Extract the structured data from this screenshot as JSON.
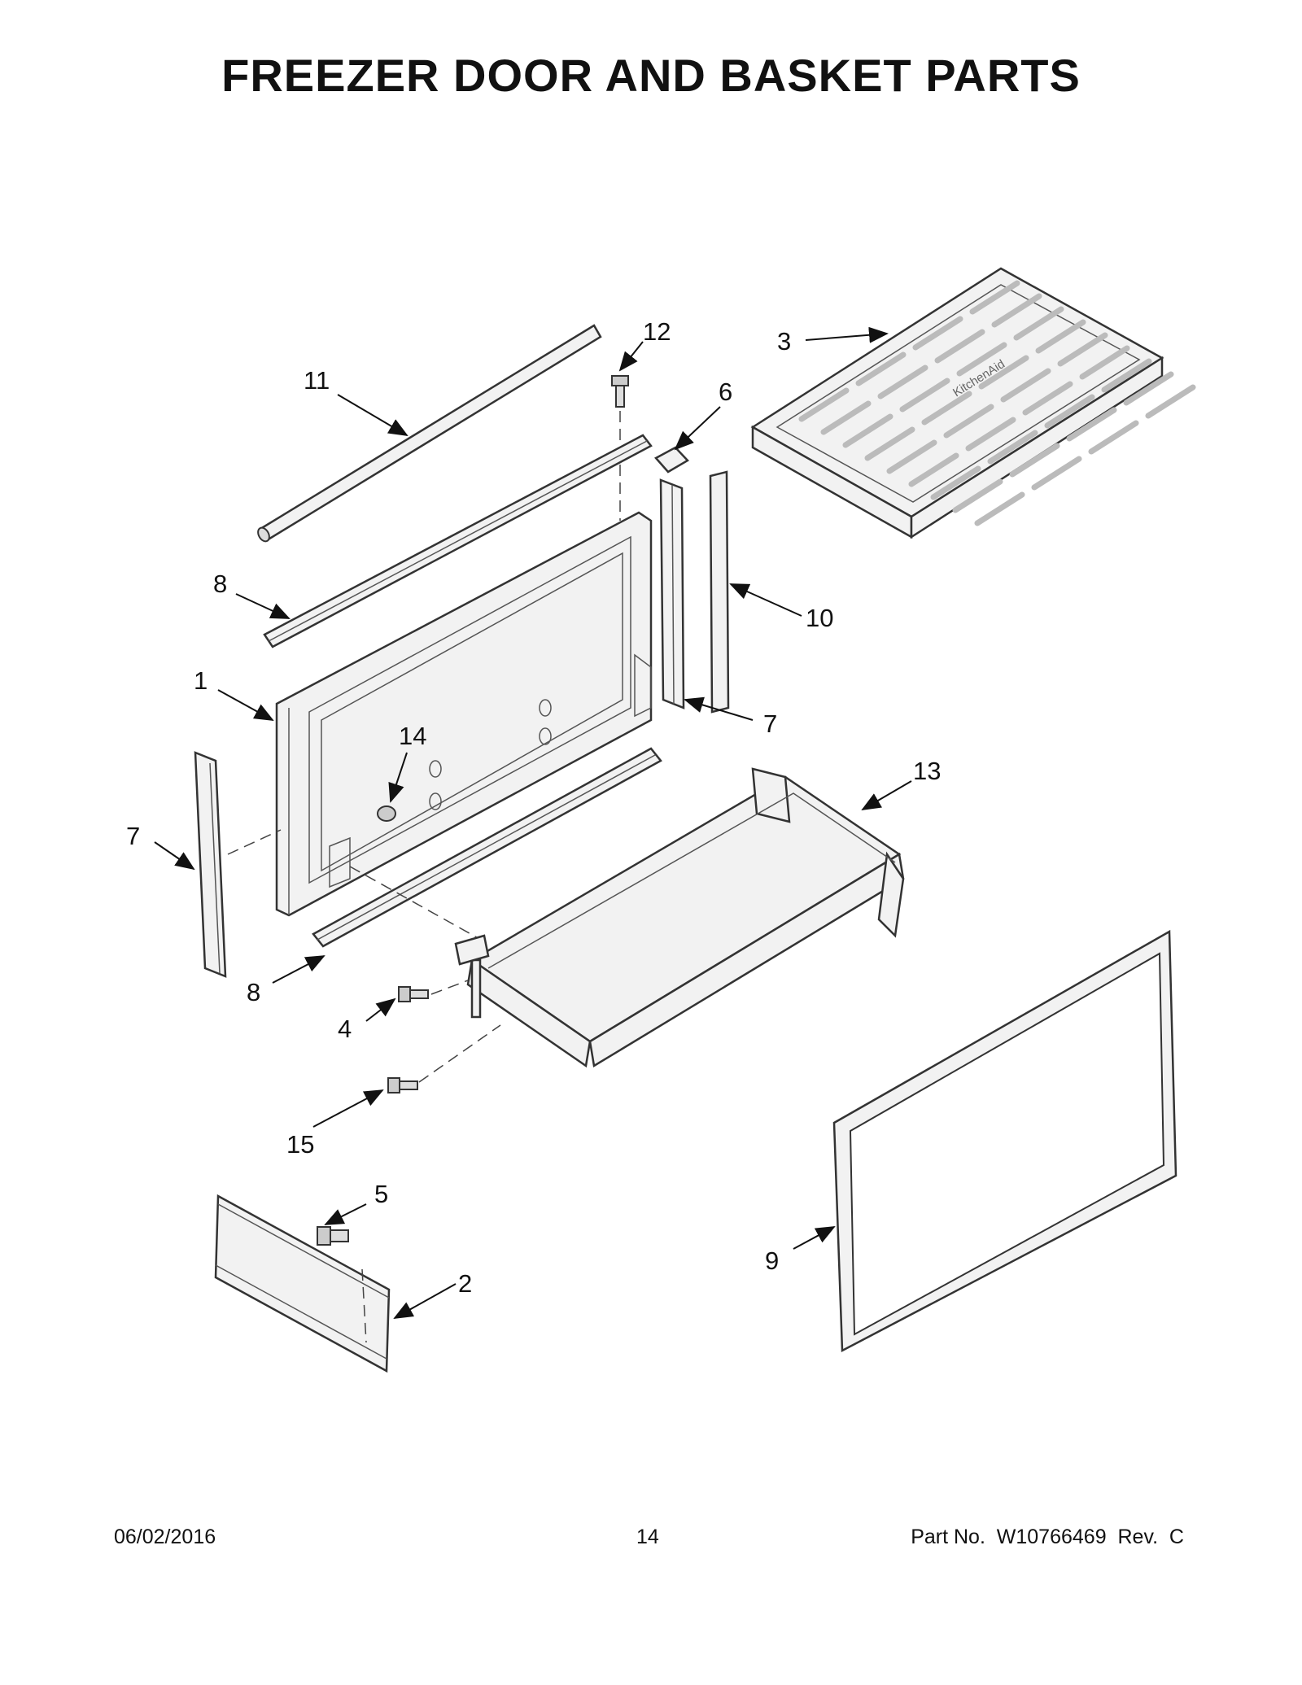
{
  "title": "FREEZER DOOR AND BASKET PARTS",
  "footer": {
    "date": "06/02/2016",
    "page": "14",
    "part_number": "Part No.  W10766469  Rev.  C"
  },
  "callouts": {
    "c1": "1",
    "c2": "2",
    "c3": "3",
    "c4": "4",
    "c5": "5",
    "c6": "6",
    "c7a": "7",
    "c7b": "7",
    "c8a": "8",
    "c8b": "8",
    "c9": "9",
    "c10": "10",
    "c11": "11",
    "c12": "12",
    "c13": "13",
    "c14": "14",
    "c15": "15"
  },
  "logo_text": "KitchenAid"
}
